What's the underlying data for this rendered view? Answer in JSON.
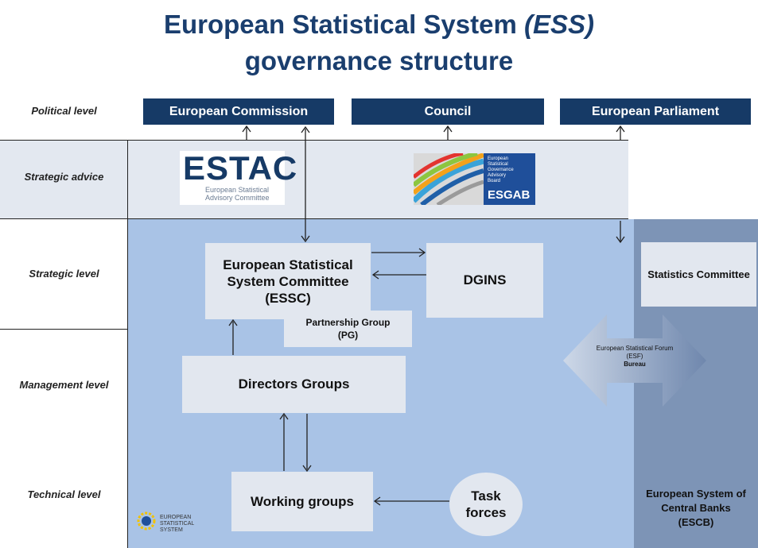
{
  "title": {
    "line1_prefix": "European Statistical System ",
    "line1_abbr": "(ESS)",
    "line2": "governance structure"
  },
  "levels": {
    "political": "Political level",
    "strategic_advice": "Strategic advice",
    "strategic": "Strategic level",
    "management": "Management level",
    "technical": "Technical level"
  },
  "political_bodies": {
    "commission": "European Commission",
    "council": "Council",
    "parliament": "European Parliament"
  },
  "estac": {
    "logo_text": "ESTAC",
    "caption_line1": "European Statistical",
    "caption_line2": "Advisory Committee"
  },
  "esgab": {
    "small_lines": [
      "European",
      "Statistical",
      "Governance",
      "Advisory",
      "Board"
    ],
    "name": "ESGAB"
  },
  "essc": {
    "line1": "European Statistical",
    "line2": "System Committee",
    "line3": "(ESSC)"
  },
  "pg": {
    "line1": "Partnership Group",
    "line2": "(PG)"
  },
  "dgins": "DGINS",
  "directors_groups": "Directors Groups",
  "working_groups": "Working groups",
  "task_forces": {
    "line1": "Task",
    "line2": "forces"
  },
  "esf": {
    "line1": "European Statistical Forum",
    "line2": "(ESF)",
    "line3": "Bureau"
  },
  "statistics_committee": "Statistics Committee",
  "escb": {
    "line1": "European System of",
    "line2": "Central Banks",
    "line3": "(ESCB)"
  },
  "ess_logo": {
    "line1": "EUROPEAN",
    "line2": "STATISTICAL",
    "line3": "SYSTEM"
  },
  "colors": {
    "title": "#1a3e6e",
    "dark_blue": "#163a66",
    "light_blue_panel": "#a9c3e6",
    "grey_blue_panel": "#7d94b6",
    "pale_panel": "#e3e8f0",
    "box": "#e2e7ef"
  }
}
